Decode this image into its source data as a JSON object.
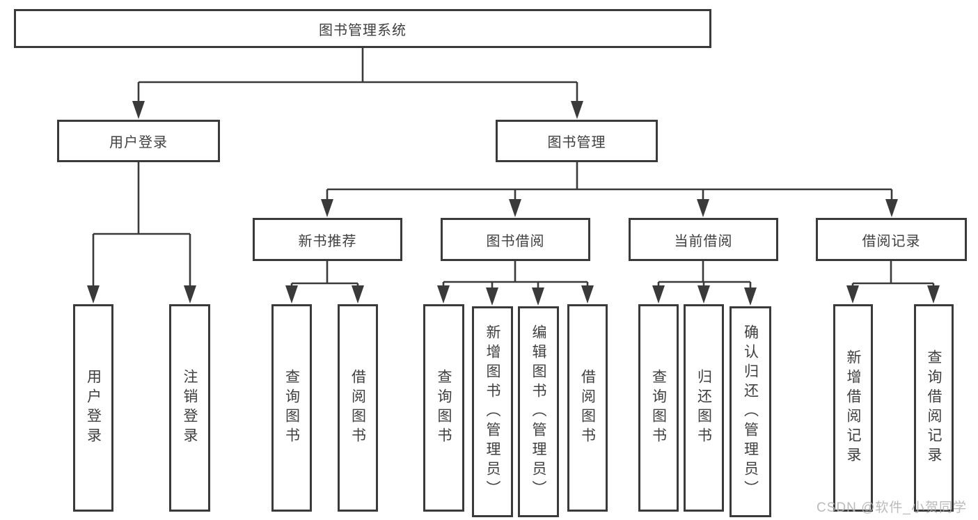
{
  "diagram": {
    "root": {
      "label": "图书管理系统"
    },
    "level2": [
      {
        "label": "用户登录"
      },
      {
        "label": "图书管理"
      }
    ],
    "level3": [
      {
        "label": "新书推荐"
      },
      {
        "label": "图书借阅"
      },
      {
        "label": "当前借阅"
      },
      {
        "label": "借阅记录"
      }
    ],
    "leaves": {
      "user_login": [
        {
          "label": "用户登录"
        },
        {
          "label": "注销登录"
        }
      ],
      "new_book": [
        {
          "label": "查询图书"
        },
        {
          "label": "借阅图书"
        }
      ],
      "book_borrow": [
        {
          "label": "查询图书"
        },
        {
          "label": "新增图书（管理员）"
        },
        {
          "label": "编辑图书（管理员）"
        },
        {
          "label": "借阅图书"
        }
      ],
      "current_borrow": [
        {
          "label": "查询图书"
        },
        {
          "label": "归还图书"
        },
        {
          "label": "确认归还（管理员）"
        }
      ],
      "records": [
        {
          "label": "新增借阅记录"
        },
        {
          "label": "查询借阅记录"
        }
      ]
    },
    "colors": {
      "line": "#3a3a3a",
      "text": "#3f3f3f",
      "background": "#ffffff",
      "watermark": "#b3b3b3"
    }
  },
  "watermark": {
    "text": "CSDN @软件_小贺同学"
  }
}
